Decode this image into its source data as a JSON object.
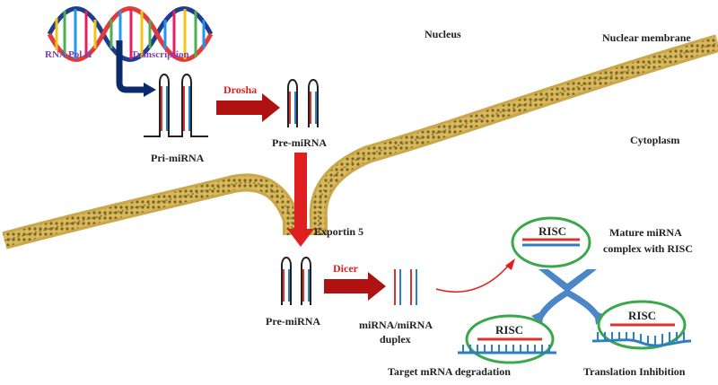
{
  "labels": {
    "nucleus": "Nucleus",
    "nuclear_membrane": "Nuclear membrane",
    "cytoplasm": "Cytoplasm",
    "rna_pol": "RNA Pol II",
    "transcription": "Transcription",
    "drosha": "Drosha",
    "pri_mirna": "Pri-miRNA",
    "pre_mirna_top": "Pre-miRNA",
    "exportin": "Exportin 5",
    "pre_mirna_bottom": "Pre-miRNA",
    "dicer": "Dicer",
    "duplex_line1": "miRNA/miRNA",
    "duplex_line2": "duplex",
    "mature_line1": "Mature miRNA",
    "mature_line2": "complex with RISC",
    "risc_top": "RISC",
    "risc_left": "RISC",
    "risc_right": "RISC",
    "target_degradation": "Target mRNA degradation",
    "translation_inhibition": "Translation Inhibition"
  },
  "colors": {
    "red_label": "#e02020",
    "purple_label": "#7a3fb5",
    "arrow_red": "#b01212",
    "arrow_navy": "#0b2a6b",
    "membrane": "#c9a74a",
    "risc_ellipse": "#3aa84a",
    "strand_red": "#d6342c",
    "strand_blue": "#2d7fc1",
    "split_arrow": "#4b86c6"
  }
}
